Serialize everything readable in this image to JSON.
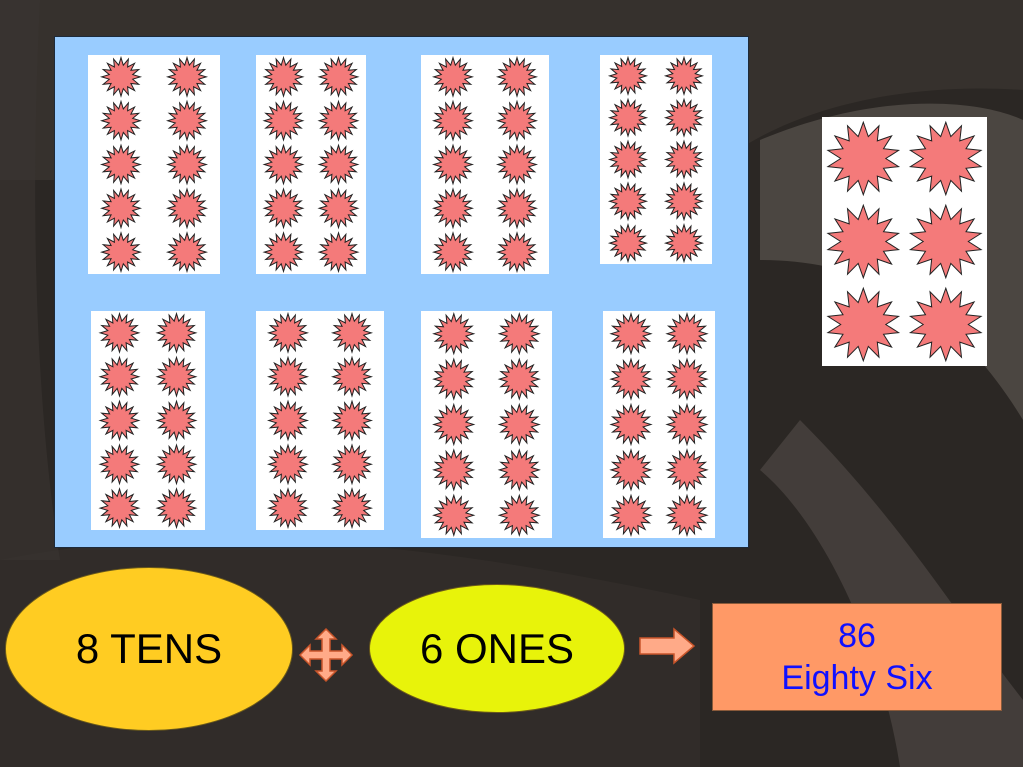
{
  "tens_label": "8 TENS",
  "ones_label": "6 ONES",
  "result": {
    "number": "86",
    "words": "Eighty Six"
  },
  "colors": {
    "panel": "#99ccff",
    "star_fill": "#f47a7a",
    "star_stroke": "#222222",
    "tens_oval": "#ffcc22",
    "ones_oval": "#e8f30a",
    "result_box": "#ff9966",
    "result_text": "#1010ff",
    "operator": "#ffaa88"
  },
  "groups": {
    "tens_count": 8,
    "stars_per_ten": 10,
    "ones_count": 6
  },
  "icons": {
    "plus": "four-way-arrow-plus-icon",
    "arrow": "right-arrow-icon"
  }
}
